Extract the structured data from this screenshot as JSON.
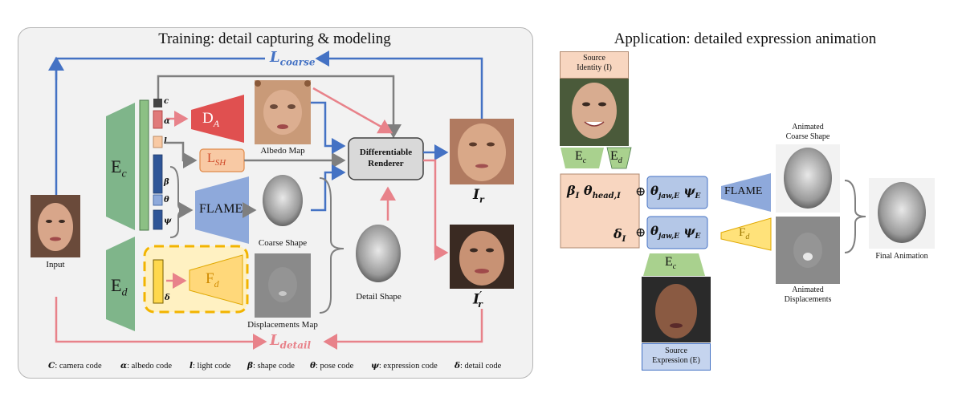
{
  "left_panel": {
    "title": "Training: detail capturing & modeling",
    "loss_coarse": "L",
    "loss_coarse_sub": "coarse",
    "loss_detail": "L",
    "loss_detail_sub": "detail",
    "encoder_c": "E",
    "encoder_c_sub": "c",
    "encoder_d": "E",
    "encoder_d_sub": "d",
    "code_c": "c",
    "code_alpha": "α",
    "code_l": "l",
    "code_beta": "β",
    "code_theta": "θ",
    "code_psi": "ψ",
    "code_delta": "δ",
    "albedo_decoder": "D",
    "albedo_decoder_sub": "A",
    "lighting": "L",
    "lighting_sub": "SH",
    "flame": "FLAME",
    "detail_decoder": "F",
    "detail_decoder_sub": "d",
    "renderer_line1": "Differentiable",
    "renderer_line2": "Renderer",
    "albedo_caption": "Albedo Map",
    "coarse_caption": "Coarse Shape",
    "disp_caption": "Displacements Map",
    "detail_caption": "Detail Shape",
    "input_caption": "Input",
    "ir": "I",
    "ir_sub": "r",
    "irp": "I",
    "irp_sub": "r",
    "irp_prime": "′"
  },
  "legend": [
    {
      "sym": "C",
      "text": ": camera code"
    },
    {
      "sym": "α",
      "text": ": albedo code"
    },
    {
      "sym": "l",
      "text": ": light code"
    },
    {
      "sym": "β",
      "text": ": shape code"
    },
    {
      "sym": "θ",
      "text": ":  pose code"
    },
    {
      "sym": "ψ",
      "text": ": expression code"
    },
    {
      "sym": "δ",
      "text": ": detail code"
    }
  ],
  "right_panel": {
    "title": "Application: detailed expression animation",
    "source_identity_line1": "Source",
    "source_identity_line2": "Identity (I)",
    "source_expr_line1": "Source",
    "source_expr_line2": "Expression (E)",
    "ec": "E",
    "ec_sub": "c",
    "ed": "E",
    "ed_sub": "d",
    "beta_i": "β",
    "beta_i_sub": "I",
    "theta_head": "θ",
    "theta_head_sub": "head,I",
    "delta_i": "δ",
    "delta_i_sub": "I",
    "oplus": "⊕",
    "theta_jaw": "θ",
    "theta_jaw_sub": "jaw,E",
    "psi_e": "ψ",
    "psi_e_sub": "E",
    "flame": "FLAME",
    "fd": "F",
    "fd_sub": "d",
    "ec_bottom": "E",
    "ec_bottom_sub": "c",
    "animated_coarse_line1": "Animated",
    "animated_coarse_line2": "Coarse Shape",
    "animated_disp_line1": "Animated",
    "animated_disp_line2": "Displacements",
    "final": "Final Animation"
  },
  "colors": {
    "blue_arrow": "#4472c4",
    "red_arrow": "#e8828a",
    "gray_arrow": "#7f7f7f",
    "encoder_green": "#7fb58a",
    "flame_blue": "#8ea9db",
    "albedo_red": "#e05050",
    "fd_yellow": "#ffe27a",
    "lsh_orange": "#f8c9a4"
  }
}
